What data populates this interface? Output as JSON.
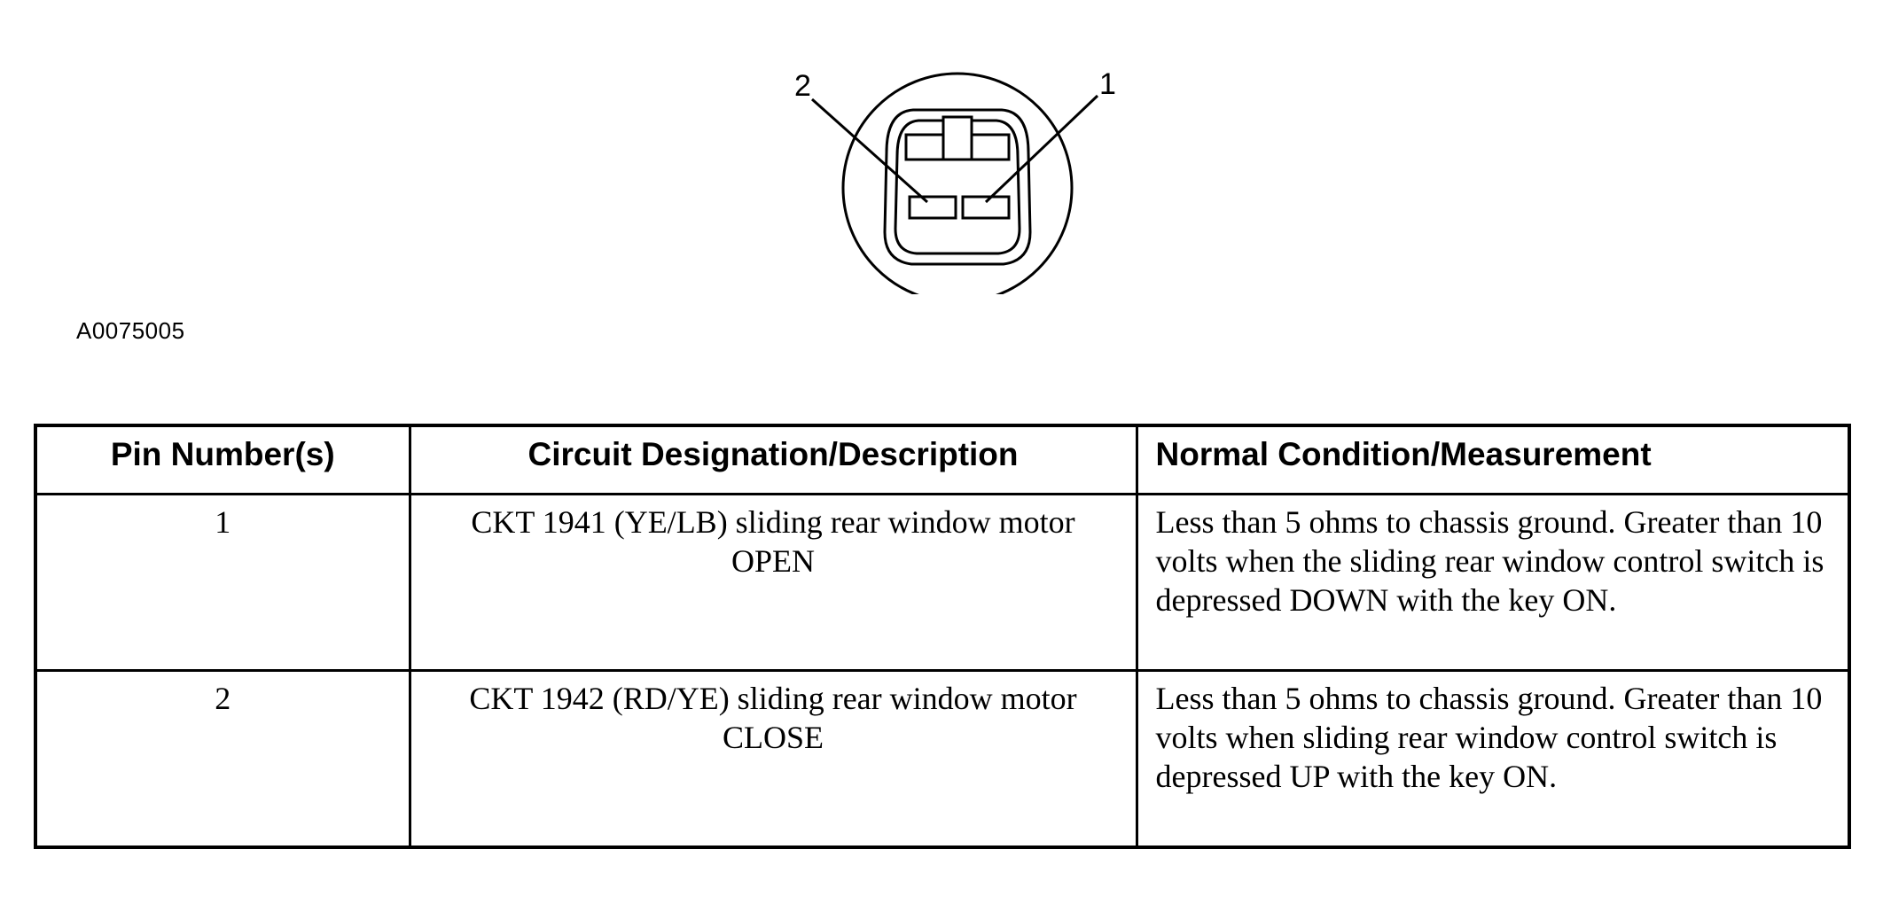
{
  "diagram": {
    "pin_labels": [
      "2",
      "1"
    ]
  },
  "figure_id": "A0075005",
  "table": {
    "headers": [
      "Pin Number(s)",
      "Circuit Designation/Description",
      "Normal Condition/Measurement"
    ],
    "rows": [
      {
        "pin": "1",
        "circuit": "CKT 1941 (YE/LB) sliding rear window motor OPEN",
        "condition": "Less than 5 ohms to chassis ground. Greater than 10 volts when the sliding rear window control switch is depressed DOWN with the key ON."
      },
      {
        "pin": "2",
        "circuit": "CKT 1942 (RD/YE) sliding rear window motor CLOSE",
        "condition": "Less than 5 ohms to chassis ground. Greater than 10 volts when sliding rear window control switch is depressed UP with the key ON."
      }
    ]
  }
}
